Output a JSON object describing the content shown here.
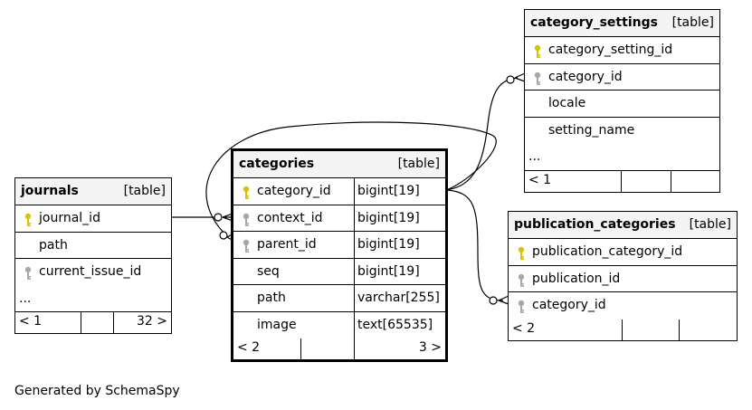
{
  "journals": {
    "name": "journals",
    "kind": "[table]",
    "columns": [
      {
        "name": "journal_id",
        "key": "primary-key"
      },
      {
        "name": "path",
        "key": "none"
      },
      {
        "name": "current_issue_id",
        "key": "foreign-key"
      }
    ],
    "ellipsis": "...",
    "footer": {
      "left": "< 1",
      "right": "32 >"
    }
  },
  "categories": {
    "name": "categories",
    "kind": "[table]",
    "columns": [
      {
        "name": "category_id",
        "type": "bigint[19]",
        "key": "primary-key"
      },
      {
        "name": "context_id",
        "type": "bigint[19]",
        "key": "foreign-key"
      },
      {
        "name": "parent_id",
        "type": "bigint[19]",
        "key": "foreign-key"
      },
      {
        "name": "seq",
        "type": "bigint[19]",
        "key": "none"
      },
      {
        "name": "path",
        "type": "varchar[255]",
        "key": "none"
      },
      {
        "name": "image",
        "type": "text[65535]",
        "key": "none"
      }
    ],
    "footer": {
      "left": "< 2",
      "right": "3 >"
    }
  },
  "category_settings": {
    "name": "category_settings",
    "kind": "[table]",
    "columns": [
      {
        "name": "category_setting_id",
        "key": "primary-key"
      },
      {
        "name": "category_id",
        "key": "foreign-key"
      },
      {
        "name": "locale",
        "key": "none"
      },
      {
        "name": "setting_name",
        "key": "none"
      }
    ],
    "ellipsis": "...",
    "footer": {
      "left": "< 1"
    }
  },
  "publication_categories": {
    "name": "publication_categories",
    "kind": "[table]",
    "columns": [
      {
        "name": "publication_category_id",
        "key": "primary-key"
      },
      {
        "name": "publication_id",
        "key": "foreign-key"
      },
      {
        "name": "category_id",
        "key": "foreign-key"
      }
    ],
    "footer": {
      "left": "< 2"
    }
  },
  "colors": {
    "primary_key": "#d8c400",
    "foreign_key": "#a8a8a8",
    "header_bg": "#f4f4f4"
  },
  "credit": "Generated by SchemaSpy"
}
